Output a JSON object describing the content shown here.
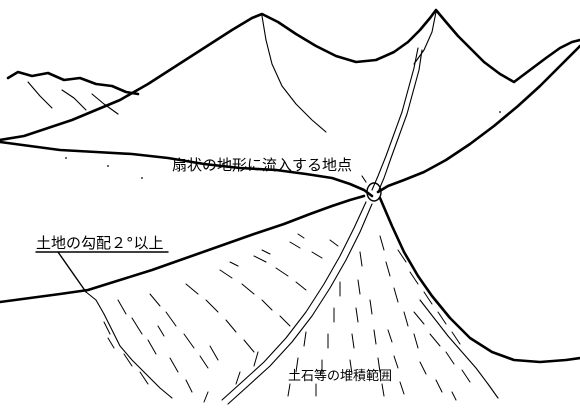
{
  "labels": {
    "inflow_point": "扇状の地形に流入する地点",
    "slope": "土地の勾配２°以上",
    "deposit_area": "土石等の堆積範囲"
  },
  "colors": {
    "ink": "#000000",
    "paper": "#ffffff"
  }
}
